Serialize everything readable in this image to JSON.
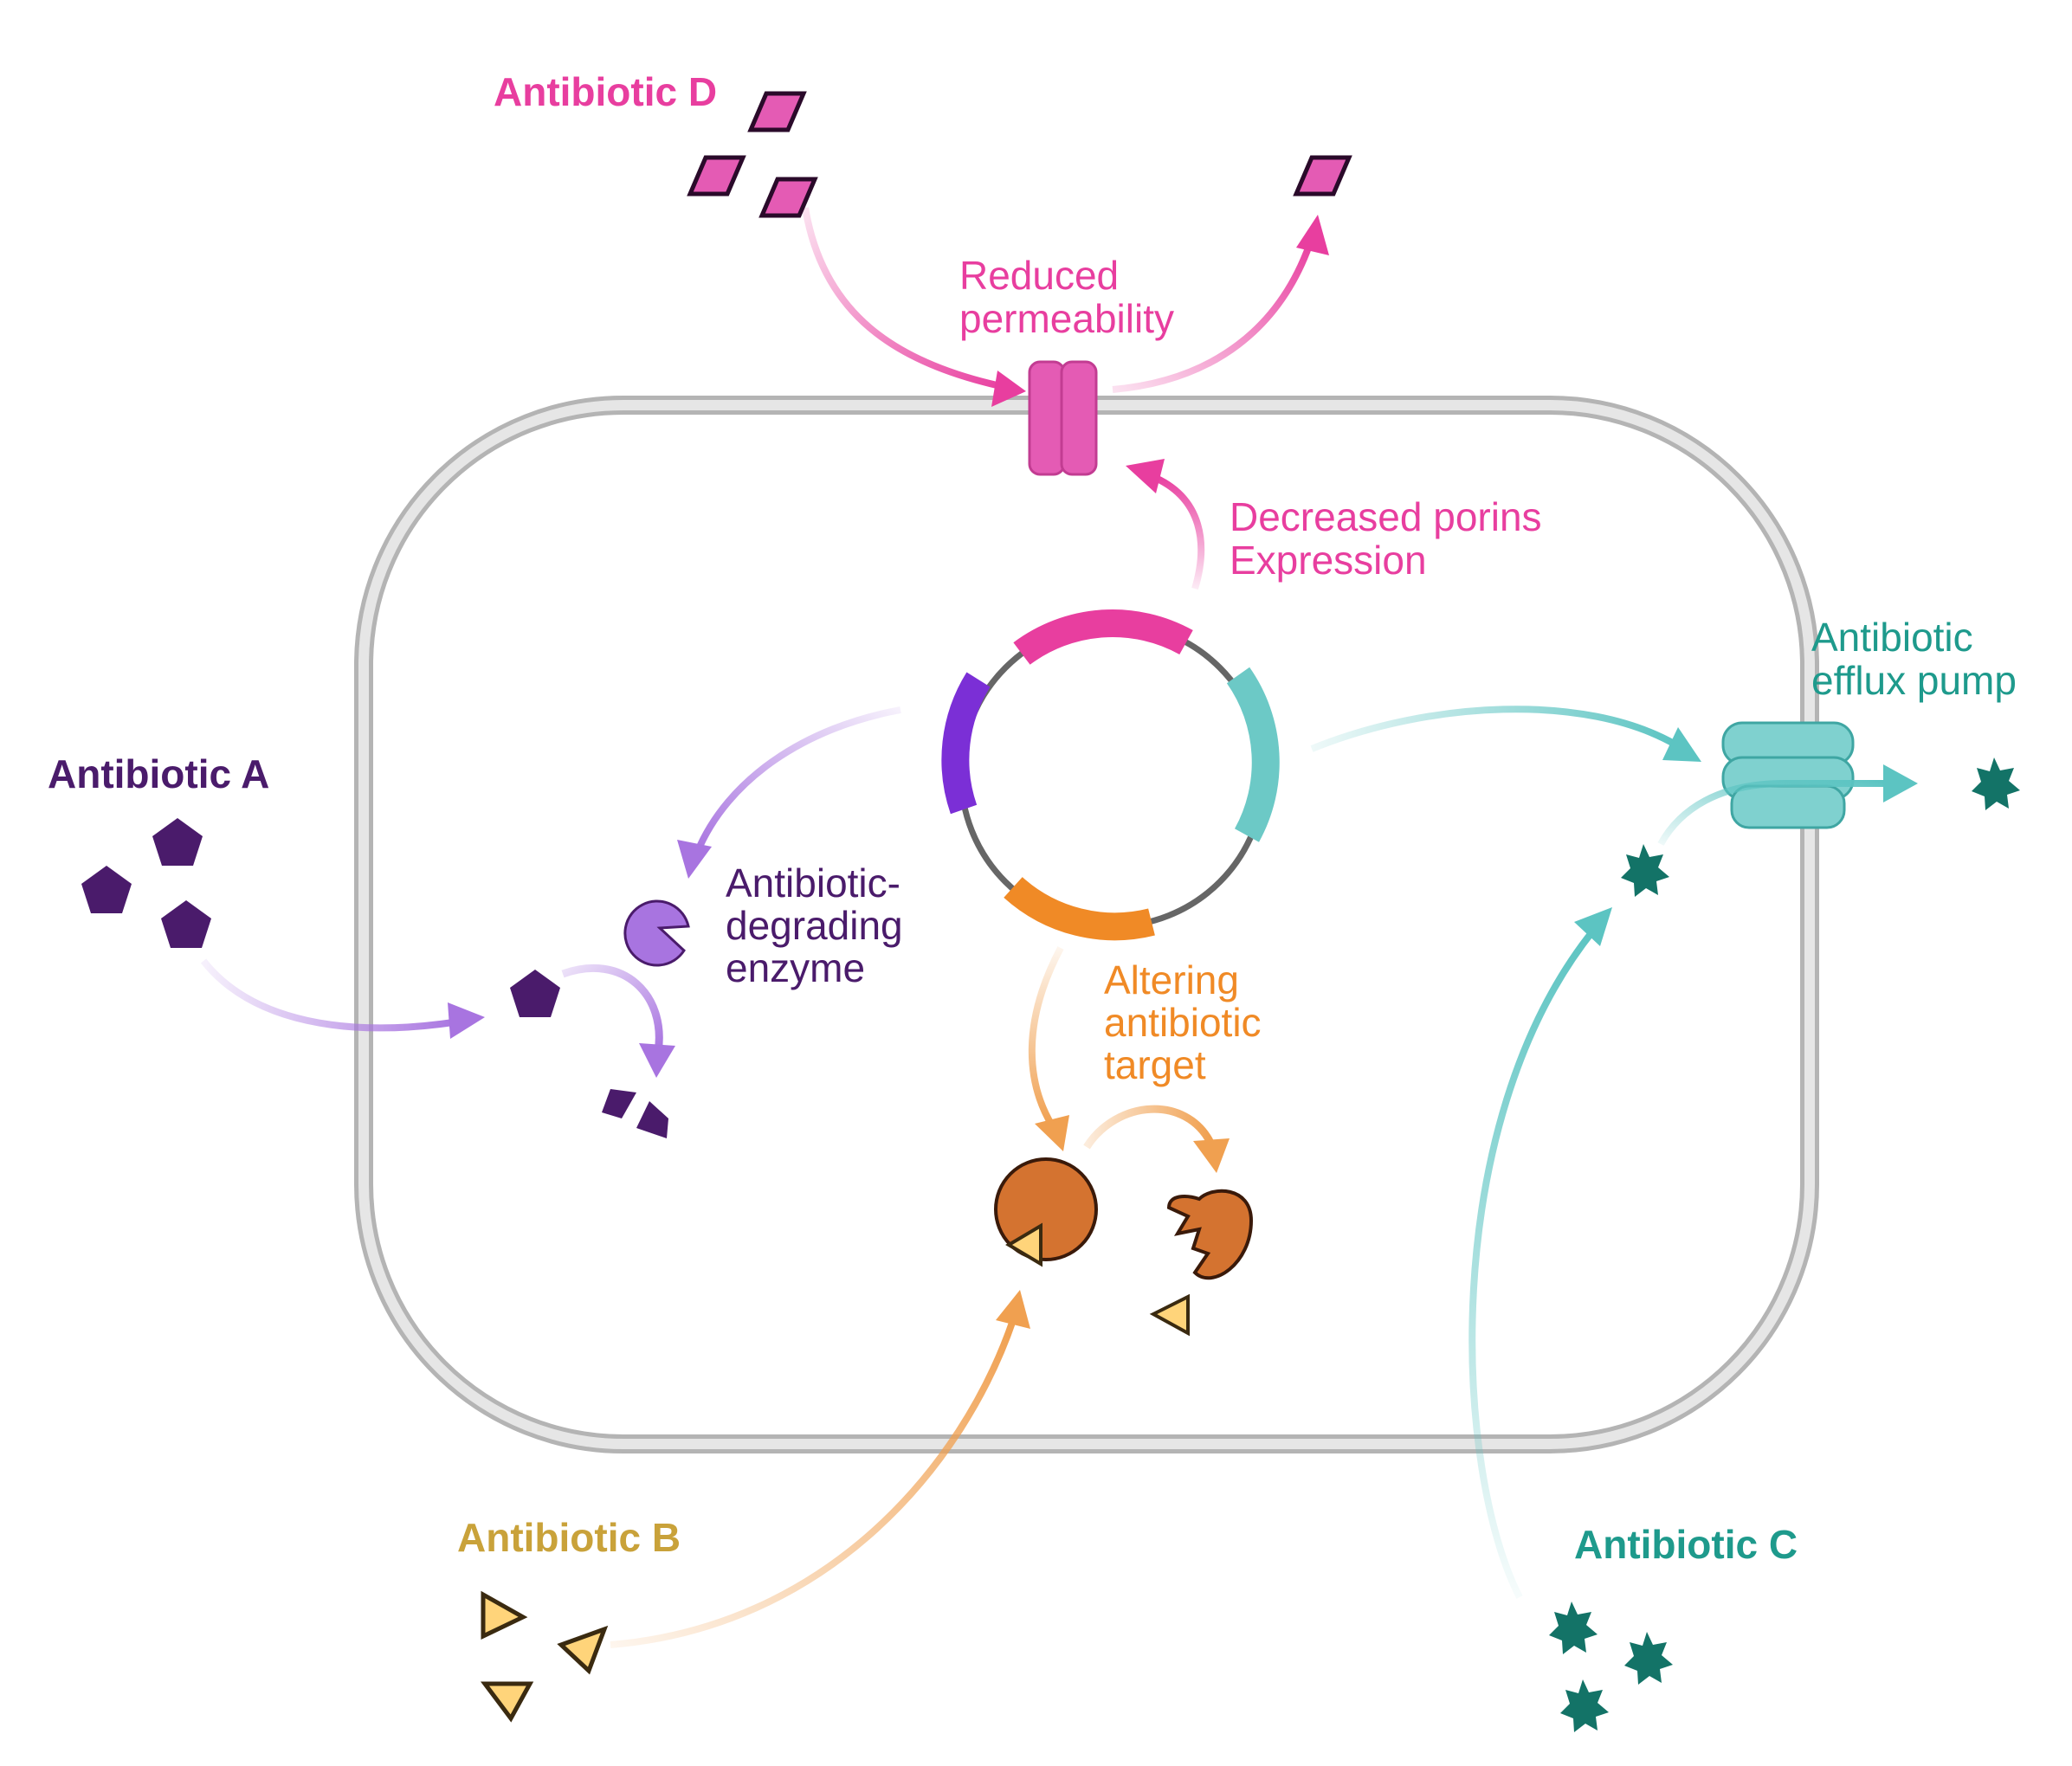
{
  "colors": {
    "magenta": "#e83e9f",
    "magenta_fill": "#e45bb4",
    "purple_dark": "#4a1b6b",
    "purple_light": "#a874e0",
    "purple_mid": "#7b3bd6",
    "orange": "#f0a050",
    "orange_dark": "#d47330",
    "gold": "#c9a23a",
    "triangle_fill": "#ffd47a",
    "teal": "#5cc4c2",
    "teal_dark": "#137367",
    "teal_text": "#1e9a8c",
    "cell_wall": "#c8c8c8"
  },
  "labels": {
    "antibiotic_d": "Antibiotic D",
    "reduced_permeability_1": "Reduced",
    "reduced_permeability_2": "permeability",
    "decreased_porins_1": "Decreased porins",
    "decreased_porins_2": "Expression",
    "antibiotic_efflux_1": "Antibiotic",
    "antibiotic_efflux_2": "efflux pump",
    "antibiotic_a": "Antibiotic A",
    "degrading_enzyme_1": "Antibiotic-",
    "degrading_enzyme_2": "degrading",
    "degrading_enzyme_3": "enzyme",
    "altering_target_1": "Altering",
    "altering_target_2": "antibiotic",
    "altering_target_3": "target",
    "antibiotic_b": "Antibiotic B",
    "antibiotic_c": "Antibiotic C"
  },
  "icons": {
    "antibiotic_d": "rhombus-icon",
    "antibiotic_a": "pentagon-icon",
    "antibiotic_b": "triangle-icon",
    "antibiotic_c": "star-icon",
    "porin": "porin-channel-icon",
    "efflux_pump": "efflux-pump-icon",
    "plasmid": "plasmid-icon",
    "enzyme": "pacman-enzyme-icon",
    "target": "target-protein-icon"
  }
}
